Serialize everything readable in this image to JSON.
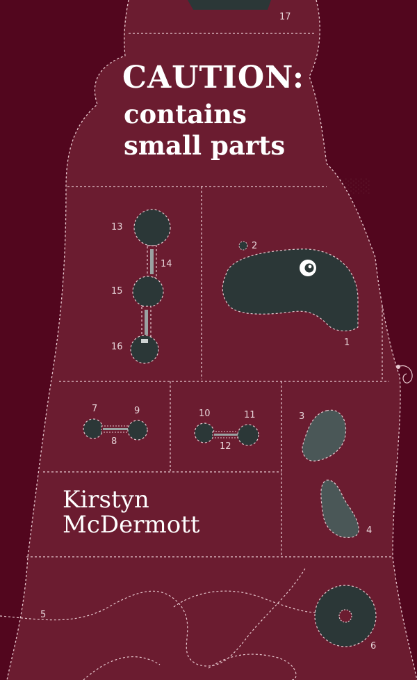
{
  "cover": {
    "title_line_1": "CAUTION:",
    "title_line_2": "contains",
    "title_line_3": "small parts",
    "author_first": "Kirstyn",
    "author_last": "McDermott"
  },
  "part_numbers": [
    "1",
    "2",
    "3",
    "4",
    "5",
    "6",
    "7",
    "8",
    "9",
    "10",
    "11",
    "12",
    "13",
    "14",
    "15",
    "16",
    "17"
  ],
  "colors": {
    "background": "#52061e",
    "doll_body": "#6b1c30",
    "dark_parts": "#2b3737",
    "grey_parts": "#4a5757",
    "stitching": "#e7c9cf",
    "text": "#ffffff"
  }
}
